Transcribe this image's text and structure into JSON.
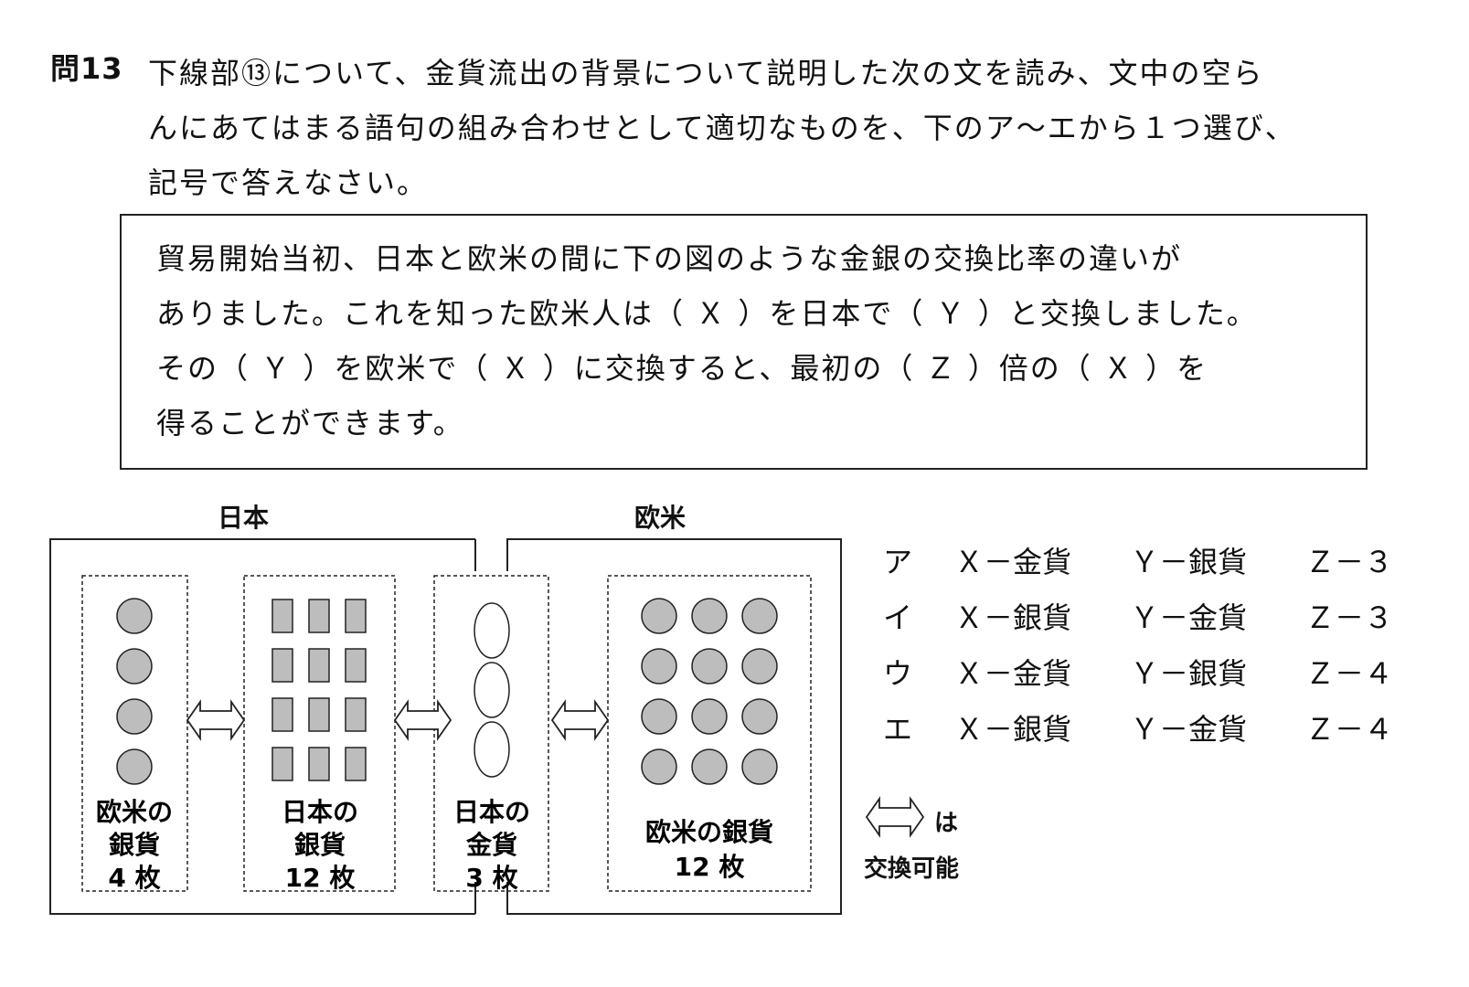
{
  "question": {
    "number": "問13",
    "lines": [
      "下線部⑬について、金貨流出の背景について説明した次の文を読み、文中の空ら",
      "んにあてはまる語句の組み合わせとして適切なものを、下のア～エから１つ選び、",
      "記号で答えなさい。"
    ]
  },
  "passage": {
    "lines": [
      "貿易開始当初、日本と欧米の間に下の図のような金銀の交換比率の違いが",
      "ありました。これを知った欧米人は（ Ｘ ）を日本で（ Ｙ ）と交換しました。",
      "その（ Ｙ ）を欧米で（ Ｘ ）に交換すると、最初の（ Ｚ ）倍の（ Ｘ ）を",
      "得ることができます。"
    ]
  },
  "diagram": {
    "labels": {
      "japan": "日本",
      "west": "欧米"
    },
    "boxes": [
      {
        "lines": [
          "欧米の",
          "銀貨",
          "4 枚"
        ],
        "coin": "circle",
        "count": 4
      },
      {
        "lines": [
          "日本の",
          "銀貨",
          "12 枚"
        ],
        "coin": "rect",
        "count": 12
      },
      {
        "lines": [
          "日本の",
          "金貨",
          "3 枚"
        ],
        "coin": "oval",
        "count": 3
      },
      {
        "lines": [
          "欧米の銀貨",
          "12 枚"
        ],
        "coin": "circle",
        "count": 12
      }
    ],
    "legend": {
      "suffix": "は",
      "text": "交換可能"
    }
  },
  "options": [
    {
      "letter": "ア",
      "x": "Ｘ－金貨",
      "y": "Ｙ－銀貨",
      "z": "Ｚ－３"
    },
    {
      "letter": "イ",
      "x": "Ｘ－銀貨",
      "y": "Ｙ－金貨",
      "z": "Ｚ－３"
    },
    {
      "letter": "ウ",
      "x": "Ｘ－金貨",
      "y": "Ｙ－銀貨",
      "z": "Ｚ－４"
    },
    {
      "letter": "エ",
      "x": "Ｘ－銀貨",
      "y": "Ｙ－金貨",
      "z": "Ｚ－４"
    }
  ],
  "colors": {
    "coin_fill": "#bdbdbd",
    "line": "#222222"
  }
}
